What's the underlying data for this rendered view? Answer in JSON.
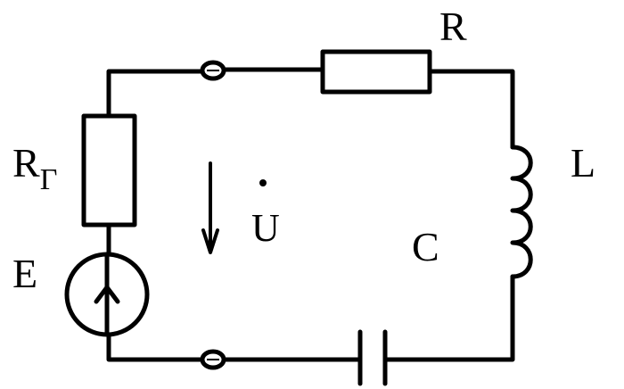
{
  "labels": {
    "resistor_r": "R",
    "internal_resistor_main": "R",
    "internal_resistor_sub": "Г",
    "emf_source": "E",
    "inductor": "L",
    "capacitor": "C",
    "voltage": "U"
  },
  "colors": {
    "ink": "#000000",
    "background": "#ffffff"
  }
}
